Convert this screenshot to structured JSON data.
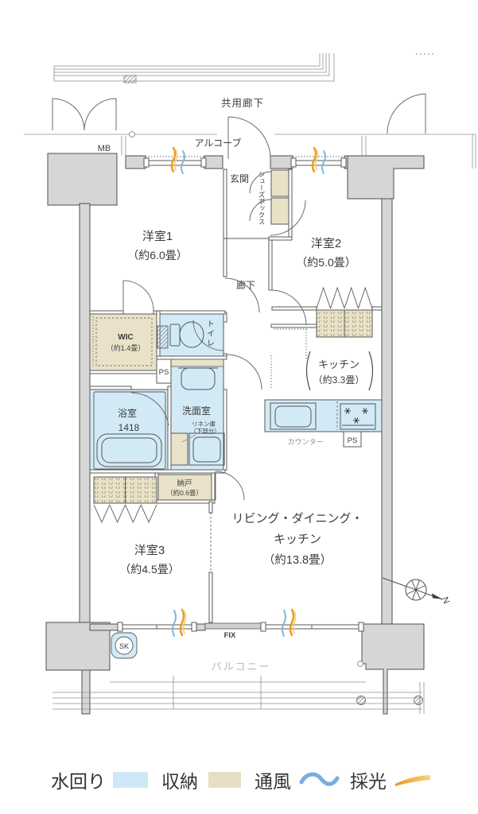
{
  "colors": {
    "water": "#d2eaf6",
    "storage": "#eae2c8",
    "wall_gray": "#d6d6d6",
    "light_accent": "#f0ad2d",
    "wind_accent": "#7fb7e3"
  },
  "labels": {
    "kyoyo_roka": "共用廊下",
    "alcove": "アルコーブ",
    "mb": "MB",
    "genkan": "玄関",
    "shoes_box": "シューズボックス",
    "room1": {
      "name": "洋室1",
      "size": "（約6.0畳）"
    },
    "room2": {
      "name": "洋室2",
      "size": "（約5.0畳）"
    },
    "room3": {
      "name": "洋室3",
      "size": "（約4.5畳）"
    },
    "ldk": {
      "line1": "リビング・ダイニング・",
      "line2": "キッチン",
      "size": "（約13.8畳）"
    },
    "kitchen": {
      "name": "キッチン",
      "size": "（約3.3畳）"
    },
    "wic": {
      "name": "WIC",
      "size": "（約1.4畳）"
    },
    "bath": {
      "name": "浴室",
      "size": "1418"
    },
    "wash": "洗面室",
    "linen": {
      "line1": "リネン庫",
      "line2": "（下部分）"
    },
    "nando": {
      "name": "納戸",
      "size": "（約0.6畳）"
    },
    "roka": "廊下",
    "toilet": "トイレ",
    "ps": "PS",
    "counter": "カウンター",
    "fix": "FIX",
    "sk": "SK",
    "balcony": "バルコニー",
    "north": "N"
  },
  "legend": {
    "items": [
      {
        "label": "水回り",
        "type": "swatch",
        "color": "#cfe8f7"
      },
      {
        "label": "収納",
        "type": "swatch",
        "color": "#e6dfc4"
      },
      {
        "label": "通風",
        "type": "wave",
        "color": "#76aede"
      },
      {
        "label": "採光",
        "type": "ray",
        "color": "#f2b135"
      }
    ]
  }
}
